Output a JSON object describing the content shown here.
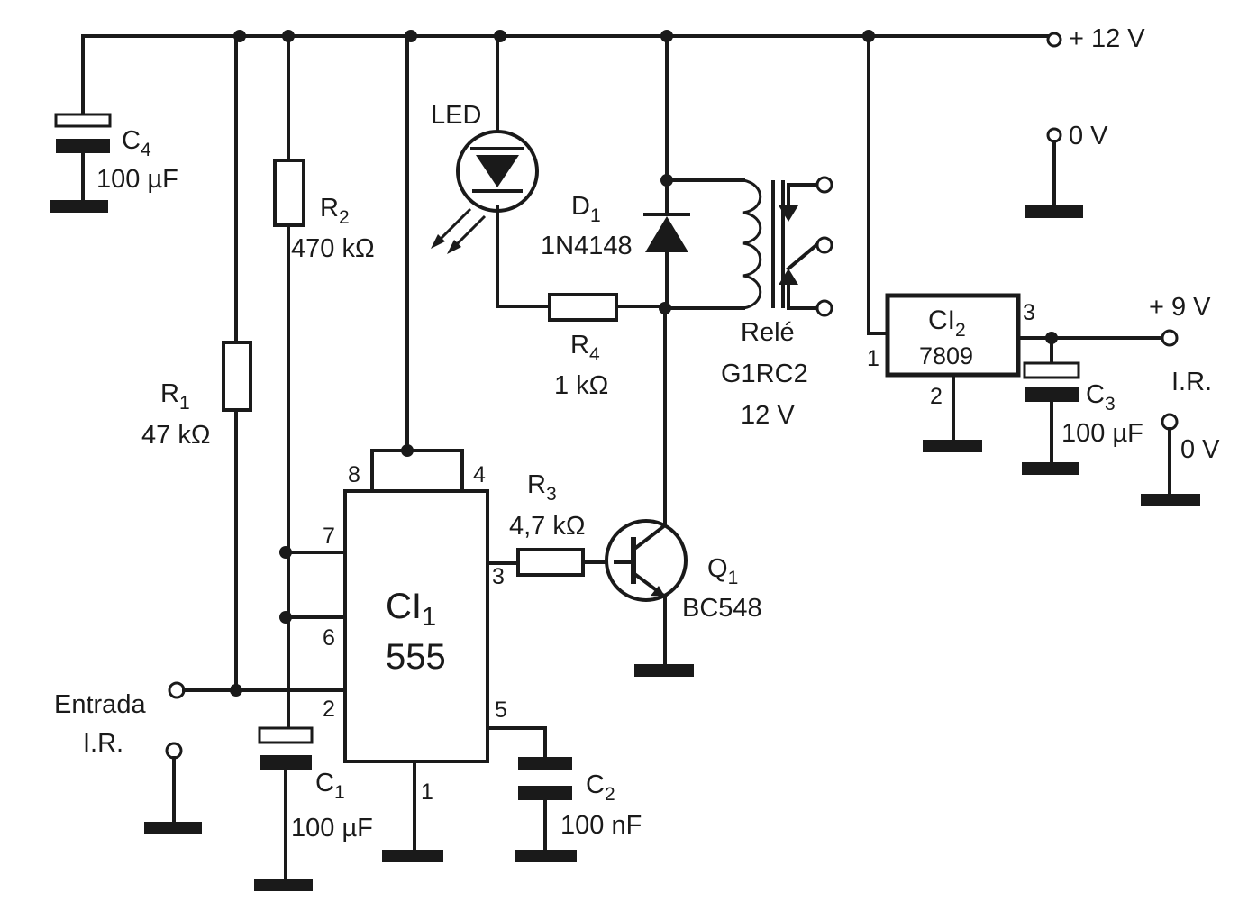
{
  "rails": {
    "v12": "+ 12 V",
    "v0_top": "0 V",
    "v9": "+ 9 V",
    "ir_out": "I.R.",
    "v0_right": "0 V"
  },
  "input": {
    "line1": "Entrada",
    "line2": "I.R."
  },
  "components": {
    "c4": {
      "name": "C",
      "sub": "4",
      "value": "100 µF"
    },
    "r2": {
      "name": "R",
      "sub": "2",
      "value": "470 kΩ"
    },
    "r1": {
      "name": "R",
      "sub": "1",
      "value": "47 kΩ"
    },
    "led": {
      "name": "LED"
    },
    "d1": {
      "name": "D",
      "sub": "1",
      "value": "1N4148"
    },
    "r4": {
      "name": "R",
      "sub": "4",
      "value": "1 kΩ"
    },
    "relay": {
      "name": "Relé",
      "model": "G1RC2",
      "voltage": "12 V"
    },
    "r3": {
      "name": "R",
      "sub": "3",
      "value": "4,7 kΩ"
    },
    "q1": {
      "name": "Q",
      "sub": "1",
      "value": "BC548"
    },
    "ci1": {
      "name": "CI",
      "sub": "1",
      "value": "555",
      "pins": [
        "8",
        "4",
        "7",
        "6",
        "3",
        "2",
        "5",
        "1"
      ]
    },
    "c1": {
      "name": "C",
      "sub": "1",
      "value": "100 µF"
    },
    "c2": {
      "name": "C",
      "sub": "2",
      "value": "100 nF"
    },
    "ci2": {
      "name": "CI",
      "sub": "2",
      "value": "7809",
      "pins": [
        "1",
        "2",
        "3"
      ]
    },
    "c3": {
      "name": "C",
      "sub": "3",
      "value": "100 µF"
    }
  }
}
